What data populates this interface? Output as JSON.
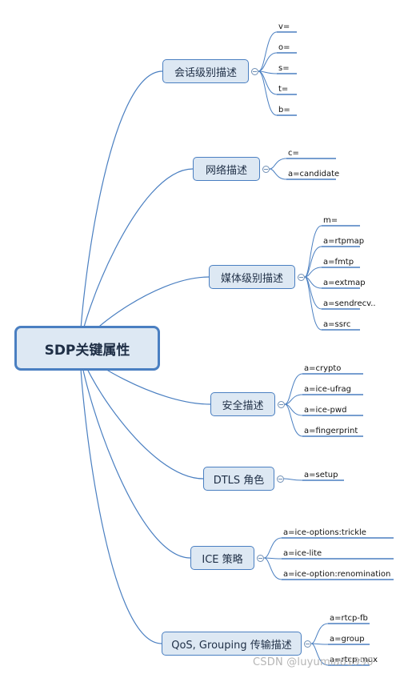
{
  "root": {
    "label": "SDP关键属性"
  },
  "branches": [
    {
      "label": "会话级别描述",
      "leaves": [
        "v=",
        "o=",
        "s=",
        "t=",
        "b="
      ]
    },
    {
      "label": "网络描述",
      "leaves": [
        "c=",
        "a=candidate"
      ]
    },
    {
      "label": "媒体级别描述",
      "leaves": [
        "m=",
        "a=rtpmap",
        "a=fmtp",
        "a=extmap",
        "a=sendrecv..",
        "a=ssrc"
      ]
    },
    {
      "label": "安全描述",
      "leaves": [
        "a=crypto",
        "a=ice-ufrag",
        "a=ice-pwd",
        "a=fingerprint"
      ]
    },
    {
      "label": "DTLS 角色",
      "leaves": [
        "a=setup"
      ]
    },
    {
      "label": "ICE 策略",
      "leaves": [
        "a=ice-options:trickle",
        "a=ice-lite",
        "a=ice-option:renomination"
      ]
    },
    {
      "label": "QoS, Grouping 传输描述",
      "leaves": [
        "a=rtcp-fb",
        "a=group",
        "a=rtcp-mux"
      ]
    }
  ],
  "watermark": "CSDN @luyumiao1990",
  "colors": {
    "node_fill": "#dde8f3",
    "node_border": "#4a7fc1",
    "connector": "#4a7fc1"
  }
}
